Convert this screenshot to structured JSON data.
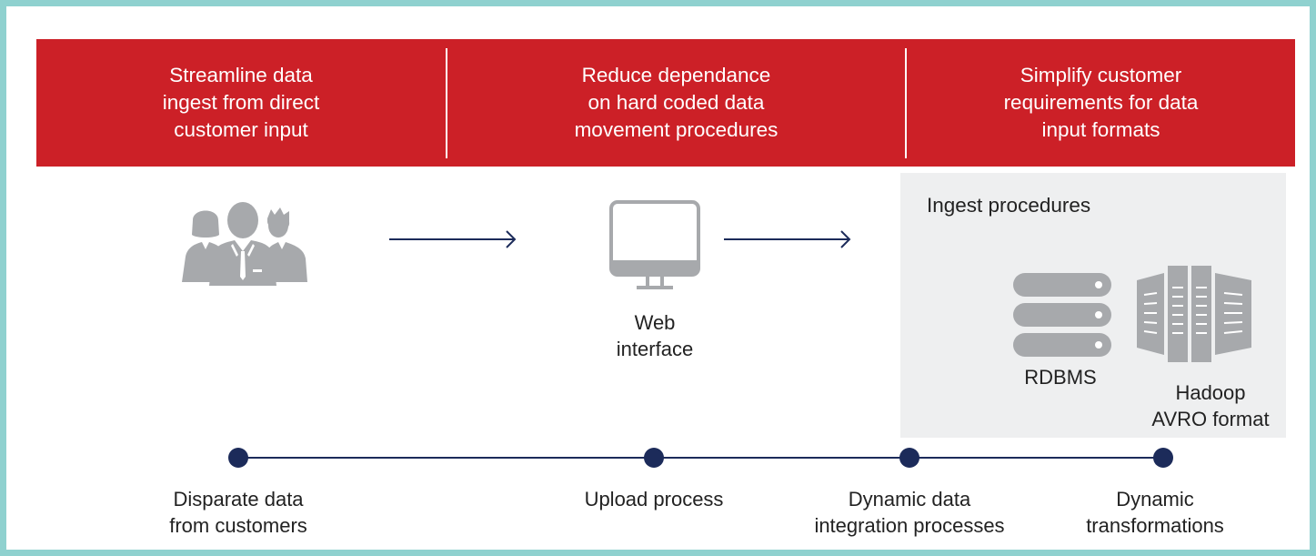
{
  "banner": {
    "col1": [
      "Streamline data",
      "ingest from direct",
      "customer input"
    ],
    "col2": [
      "Reduce dependance",
      "on hard coded data",
      "movement procedures"
    ],
    "col3": [
      "Simplify customer",
      "requirements for data",
      "input formats"
    ]
  },
  "flow": {
    "web_interface": [
      "Web",
      "interface"
    ]
  },
  "panel": {
    "title": "Ingest procedures",
    "rdbms": "RDBMS",
    "hadoop": [
      "Hadoop",
      "AVRO format"
    ]
  },
  "timeline": {
    "steps": [
      [
        "Disparate data",
        "from customers"
      ],
      [
        "Upload process"
      ],
      [
        "Dynamic data",
        "integration processes"
      ],
      [
        "Dynamic",
        "transformations"
      ]
    ]
  },
  "colors": {
    "banner_red": "#cc2027",
    "border_teal": "#8fd1cf",
    "navy": "#1c2b5a",
    "icon_gray": "#a7a9ac",
    "panel_gray": "#eeeff0"
  },
  "icons": [
    "customers-group-icon",
    "arrow-right-icon",
    "monitor-icon",
    "database-server-icon",
    "hadoop-servers-icon"
  ]
}
